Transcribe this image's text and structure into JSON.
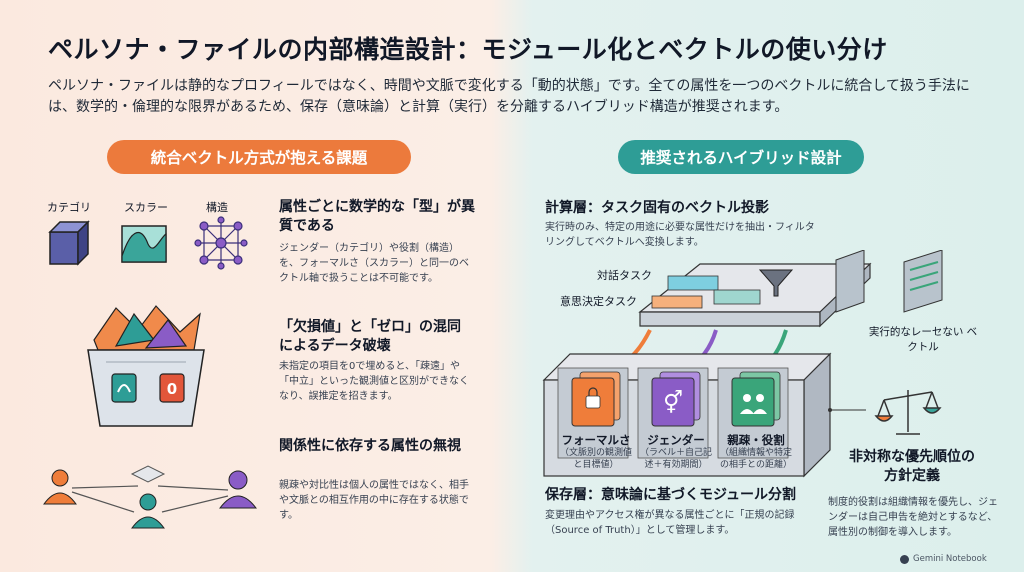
{
  "title": "ペルソナ・ファイルの内部構造設計：モジュール化とベクトルの使い分け",
  "lead": "ペルソナ・ファイルは静的なプロフィールではなく、時間や文脈で変化する「動的状態」です。全ての属性を一つのベクトルに統合して扱う手法には、数学的・倫理的な限界があるため、保存（意味論）と計算（実行）を分離するハイブリッド構造が推奨されます。",
  "left": {
    "heading": "統合ベクトル方式が抱える課題",
    "type_labels": [
      "カテゴリ",
      "スカラー",
      "構造"
    ],
    "issues": [
      {
        "title": "属性ごとに数学的な「型」が異質である",
        "body": "ジェンダー（カテゴリ）や役割（構造）を、フォーマルさ（スカラー）と同一のベクトル軸で扱うことは不可能です。"
      },
      {
        "title": "「欠損値」と「ゼロ」の混同によるデータ破壊",
        "body": "未指定の項目を0で埋めると、「疎遠」や「中立」といった観測値と区別ができなくなり、誤推定を招きます。"
      },
      {
        "title": "関係性に依存する属性の無視",
        "body": "親疎や対比性は個人の属性ではなく、相手や文脈との相互作用の中に存在する状態です。"
      }
    ]
  },
  "right": {
    "heading": "推奨されるハイブリッド設計",
    "compute": {
      "title": "計算層：タスク固有のベクトル投影",
      "body": "実行時のみ、特定の用途に必要な属性だけを抽出・フィルタリングしてベクトルへ変換します。"
    },
    "task_labels": [
      "対話タスク",
      "意思決定タスク"
    ],
    "vector_label": "実行的なレーセない ベクトル",
    "modules": [
      {
        "label": "フォーマルさ",
        "sub": "（文脈別の観測値と目標値）",
        "color": "#ef7d3a"
      },
      {
        "label": "ジェンダー",
        "sub": "（ラベル＋自己記述＋有効期間）",
        "color": "#8a5cc6"
      },
      {
        "label": "親疎・役割",
        "sub": "（組織情報や特定の相手との距離）",
        "color": "#3aa57a"
      }
    ],
    "storage": {
      "title": "保存層：意味論に基づくモジュール分割",
      "body": "変更理由やアクセス権が異なる属性ごとに「正規の記録（Source of Truth）」として管理します。"
    },
    "priority": {
      "title": "非対称な優先順位の方針定義",
      "body": "制度的役割は組織情報を優先し、ジェンダーは自己申告を絶対とするなど、属性別の制御を導入します。"
    }
  },
  "footer": {
    "logo_text": "Gemini Notebook"
  },
  "colors": {
    "orange": "#ec7a3c",
    "teal": "#2e9d96",
    "purple": "#8a5cc6",
    "green": "#3aa57a"
  }
}
